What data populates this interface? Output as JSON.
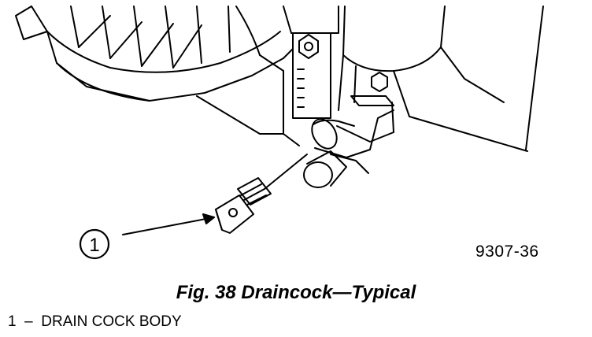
{
  "figure": {
    "callout_number": "1",
    "figure_code": "9307-36",
    "caption": "Fig. 38 Draincock—Typical"
  },
  "legend": [
    {
      "number": "1",
      "separator": "–",
      "label": "DRAIN COCK BODY"
    }
  ],
  "colors": {
    "ink": "#000000",
    "paper": "#ffffff"
  }
}
